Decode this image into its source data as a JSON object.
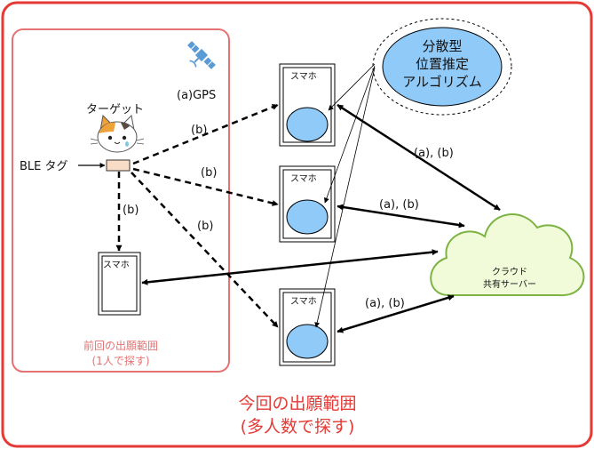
{
  "outer_region": {
    "title_line1": "今回の出願範囲",
    "title_line2": "(多人数で探す)",
    "color": "#e53935"
  },
  "inner_region": {
    "title_line1": "前回の出願範囲",
    "title_line2": "(1人で探す)",
    "color": "#e57373"
  },
  "target": {
    "label": "ターゲット"
  },
  "ble_tag": {
    "label": "BLE タグ"
  },
  "phones": {
    "label": "スマホ"
  },
  "algorithm": {
    "line1": "分散型",
    "line2": "位置推定",
    "line3": "アルゴリズム",
    "fill": "#90caf9"
  },
  "cloud": {
    "line1": "クラウド",
    "line2": "共有サーバー",
    "fill": "#f1fbd9",
    "stroke": "#7cb342"
  },
  "edge_labels": {
    "gps": "(a)GPS",
    "b": "(b)",
    "ab": "(a), (b)"
  },
  "icons": {
    "satellite": "satellite-icon",
    "cat": "cat-face-icon"
  }
}
